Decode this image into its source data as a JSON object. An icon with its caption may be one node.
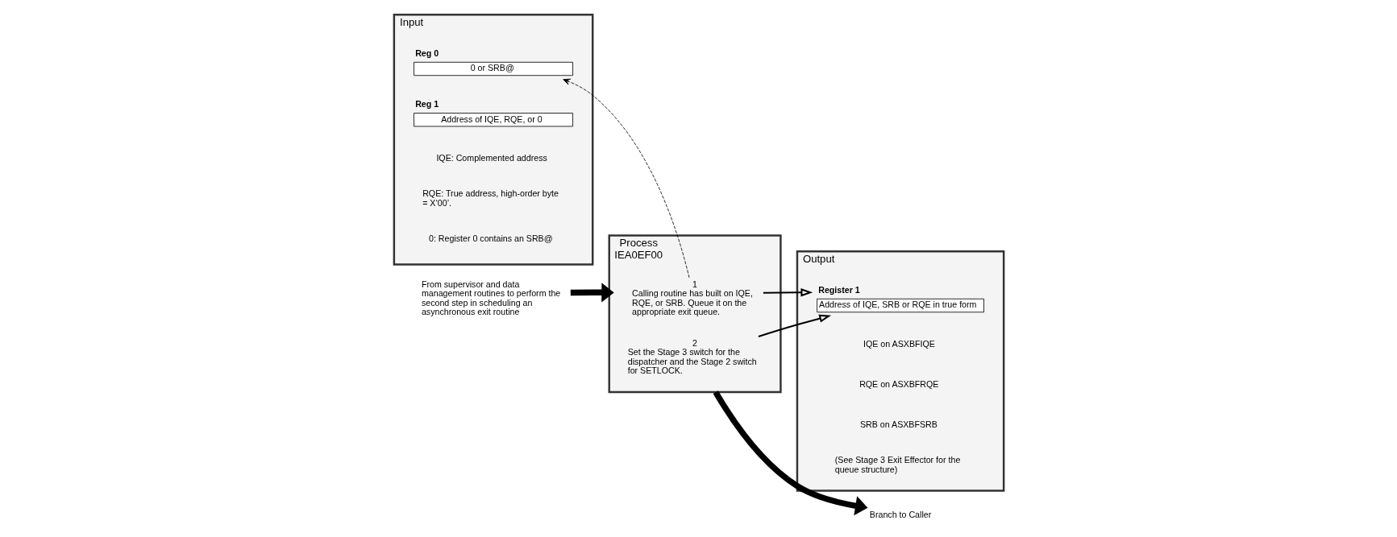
{
  "diagram": {
    "nodes": [
      {
        "text": [
          "Input"
        ]
      },
      {
        "text": [
          "Reg 0",
          "0 or SRB@"
        ],
        "in": 0
      },
      {
        "text": [
          "Reg 1",
          "Address of IQE, RQE, or 0"
        ],
        "in": 0
      },
      {
        "text": [
          "Process",
          "IEA0EF00"
        ]
      },
      {
        "text": [
          "1",
          "Calling routine has built on IQE, RQE, or SRB. Queue it on the appropriate exit queue."
        ],
        "in": 3
      },
      {
        "text": [
          "2",
          "Set the Stage 3 switch for the dispatcher and the Stage 2 switch for SETLOCK."
        ],
        "in": 3
      },
      {
        "text": [
          "Output"
        ]
      },
      {
        "text": [
          "Register 1",
          "Address of IQE, SRB or RQE in true form"
        ],
        "in": 6
      },
      {
        "text": [
          "From supervisor and data management routines to perform the second step in scheduling an asynchronous exit routine"
        ]
      },
      {
        "text": [
          "Branch to Caller"
        ]
      }
    ],
    "edges": [
      {
        "from": 8,
        "to": 3,
        "arrow": "to",
        "style": "thick"
      },
      {
        "from": 4,
        "to": 1,
        "arrow": "to",
        "style": "dashed"
      },
      {
        "from": 4,
        "to": 7,
        "arrow": "to"
      },
      {
        "from": 5,
        "to": 7,
        "arrow": "to"
      },
      {
        "from": 3,
        "to": 9,
        "arrow": "to",
        "style": "thick"
      }
    ],
    "labels": [
      "IQE: Complemented address",
      "RQE: True address, high-order byte = X‘00’.",
      "0: Register 0 contains an SRB@",
      "IQE on ASXBFIQE",
      "RQE on ASXBFRQE",
      "SRB on ASXBFSRB",
      "(See Stage 3 Exit Effector for the queue structure)"
    ]
  }
}
